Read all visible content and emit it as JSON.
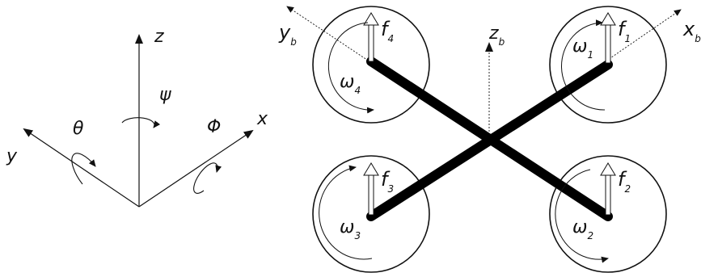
{
  "inertial_frame": {
    "axes": {
      "x": "x",
      "y": "y",
      "z": "z"
    },
    "angles": {
      "theta": "θ",
      "psi": "ψ",
      "phi": "Φ"
    }
  },
  "body_frame": {
    "axes": {
      "x": {
        "base": "x",
        "sub": "b"
      },
      "y": {
        "base": "y",
        "sub": "b"
      },
      "z": {
        "base": "z",
        "sub": "b"
      }
    }
  },
  "rotors": [
    {
      "id": 1,
      "omega_base": "ω",
      "omega_sub": "1",
      "force_base": "f",
      "force_sub": "1"
    },
    {
      "id": 2,
      "omega_base": "ω",
      "omega_sub": "2",
      "force_base": "f",
      "force_sub": "2"
    },
    {
      "id": 3,
      "omega_base": "ω",
      "omega_sub": "3",
      "force_base": "f",
      "force_sub": "3"
    },
    {
      "id": 4,
      "omega_base": "ω",
      "omega_sub": "4",
      "force_base": "f",
      "force_sub": "4"
    }
  ]
}
